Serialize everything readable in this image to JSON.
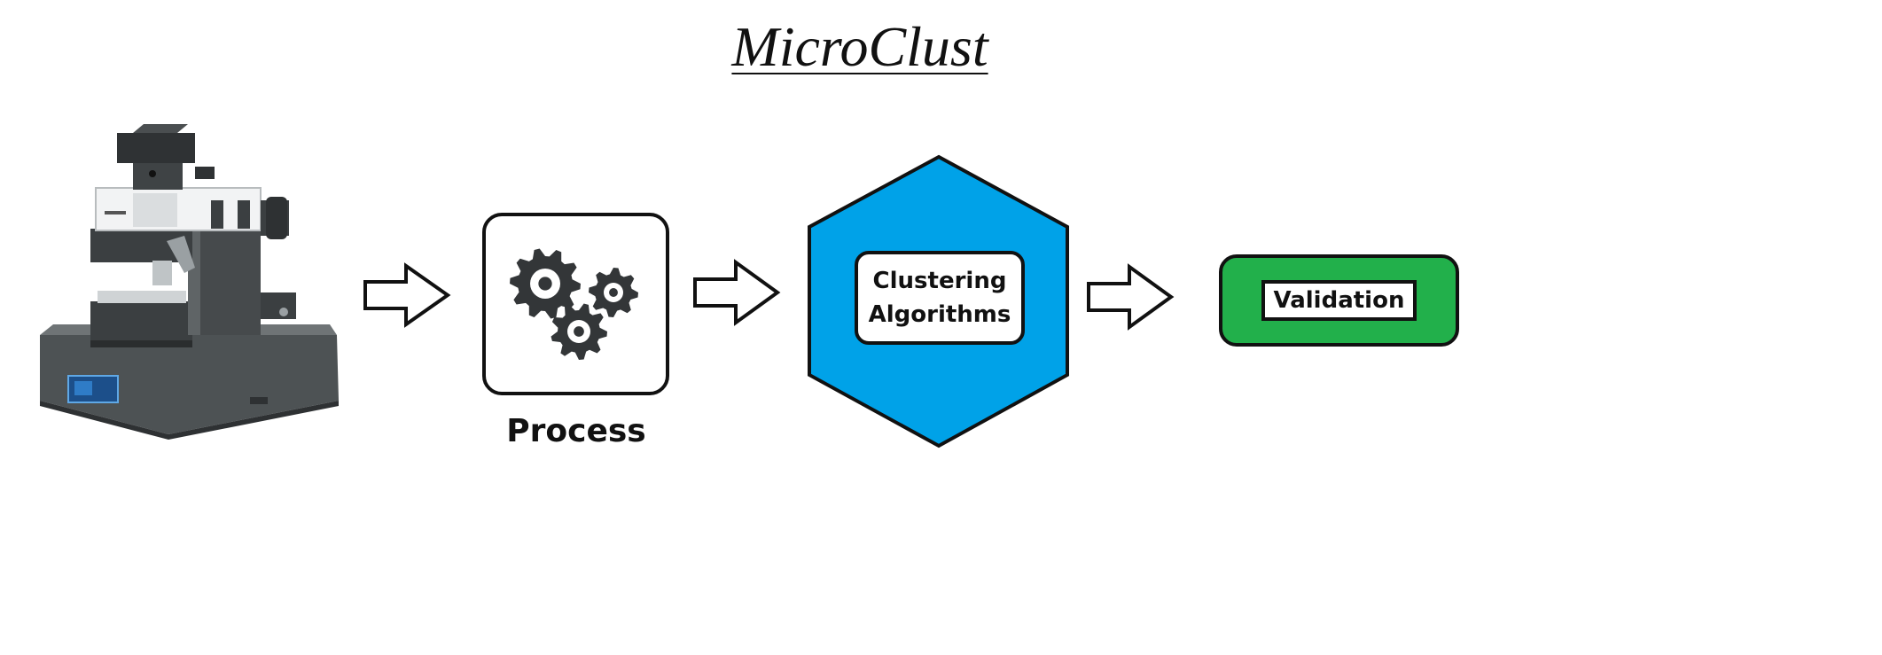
{
  "title": "MicroClust",
  "nodes": {
    "instrument": {
      "icon": "microscope-icon"
    },
    "process": {
      "label": "Process",
      "icon": "gears-icon"
    },
    "clustering": {
      "line1": "Clustering",
      "line2": "Algorithms",
      "color": "#00a2e8"
    },
    "validation": {
      "label": "Validation",
      "color": "#22b04b"
    }
  },
  "colors": {
    "outline": "#111111",
    "hexagon": "#00a2e8",
    "validation": "#22b04b"
  }
}
